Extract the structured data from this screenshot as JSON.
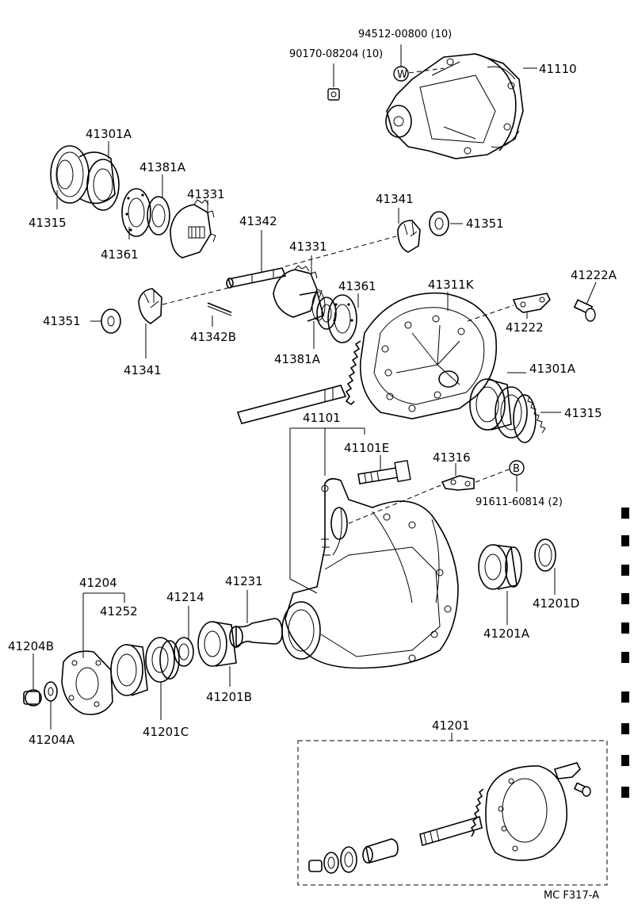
{
  "labels": {
    "bolt_long": "94512-00800 (10)",
    "nut": "90170-08204 (10)",
    "carrier": "41110",
    "bearing_l": "41301A",
    "spacer_l": "41381A",
    "side_gear_l": "41331",
    "shim_l": "41315",
    "washer_l": "41361",
    "pinion_shaft": "41342",
    "pinion_gear_r": "41341",
    "thrust_washer_r": "41351",
    "side_gear_c": "41331",
    "washer_c": "41361",
    "case": "41311K",
    "bolt_plate": "41222A",
    "thrust_washer_l": "41351",
    "pin": "41342B",
    "lock_plate": "41222",
    "spacer_c": "41381A",
    "pinion_gear_l": "41341",
    "bearing_r": "41301A",
    "shim_r": "41315",
    "ring_gear": "41101",
    "stud_bolt": "41101E",
    "lock_plate2": "41316",
    "marker_b": "B",
    "marker_w": "W",
    "bolt_b": "91611-60814 (2)",
    "flange_set": "41204",
    "oil_seal": "41252",
    "spacer_p": "41214",
    "spacer_collapsible": "41231",
    "nut_flange": "41204B",
    "bearing_front": "41201B",
    "bearing_rear": "41201A",
    "washer_front": "41201D",
    "washer_nut": "41204A",
    "bearing_c": "41201C",
    "kit": "41201",
    "figure_code": "MC F317-A"
  }
}
